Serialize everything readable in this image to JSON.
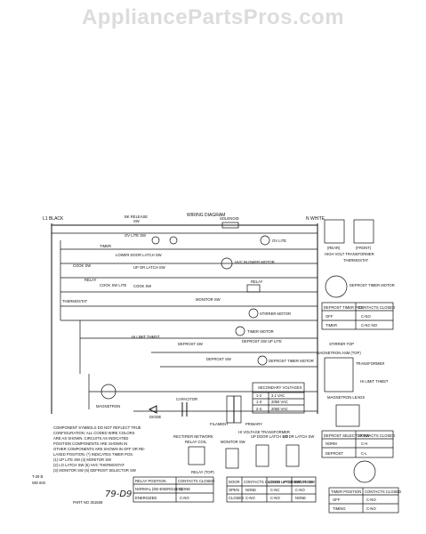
{
  "watermark": "AppliancePartsPros.com",
  "diagram": {
    "title": "WIRING DIAGRAM",
    "lines": {
      "left": "L1 BLACK",
      "right": "N WHITE",
      "bk_release": "BK RELEASE",
      "sw": "SW"
    },
    "components": {
      "solenoid": "SOLENOID",
      "ov_lite": "OV LITE",
      "ov_lite_sw": "OV LITE SW",
      "timer": "TIMER",
      "cook_sw_2": "COOK SW",
      "door_latch_sw_top": "LOWER DOOR LATCH SW",
      "up_or_latch_sw": "UP OR LATCH SW",
      "cook_sw": "COOK SW",
      "thermostat": "THERMOSTAT",
      "relay_lite": "RELAY",
      "cook_sw_lite": "COOK SW LITE",
      "hvc_blower_motor": "HVC BLOWER MOTOR",
      "relay_right": "RELAY",
      "monitor_sw": "MONITOR SW",
      "relay_far": "RELAY",
      "stirrer_motor": "STIRRER MOTOR",
      "timer_motor": "TIMER MOTOR",
      "hi_limit_thmst": "HI LIMIT THMST",
      "defrost_sw": "DEFROST SW",
      "defrost_sw_2": "DEFROST SW",
      "defrost_sw_up": "DEFROST SW  UP LITE",
      "defrost_timer_motor": "DEFROST TIMER MOTOR",
      "magnetron": "MAGNETRON",
      "diode": "DIODE",
      "capacitor": "CAPACITOR",
      "hv_transformer": "HI VOLTAGE TRANSFORMER",
      "filament": "FILAMENT",
      "primary": "PRIMARY",
      "monitor_sw_2": "MONITOR SW",
      "up_door_latch_sw": "UP DOOR LATCH SW",
      "lo_dr_latch_sw": "LO DR LATCH SW",
      "relay_coil": "RELAY COIL",
      "rectifier": "RECTIFIER NETWORK",
      "hv_transformer_title": "HIGH VOLT TRANSFORMER",
      "thermostat_right": "THERMOSTAT",
      "rear": "(REAR)",
      "front": "(FRONT)",
      "defrost_timer_motor_right": "DEFROST TIMER MOTOR",
      "transformer_right": "TRANSFORMER",
      "hi_limit_right": "HI LIMIT THMST",
      "magnetron_leads": "MAGNETRON LEADS",
      "magnetron_clip": "MAGNETRON ASM (TOP)",
      "stirrer_top": "STIRRER TOP"
    },
    "secondary_table": {
      "title": "SECONDARY VOLTAGES",
      "rows": [
        [
          "1-2",
          "3.1 VAC"
        ],
        [
          "1-3",
          "2050 VAC"
        ],
        [
          "2-3",
          "2050 VAC"
        ]
      ]
    },
    "right_table_1": {
      "headers": [
        "DEFROST TIMER POS",
        "CONTACTS CLOSED"
      ],
      "rows": [
        [
          "OFF",
          "C-NO"
        ],
        [
          "TIMER",
          "C-NC-NO"
        ]
      ]
    },
    "right_table_2": {
      "headers": [
        "DEFROST SELECTOR SW",
        "CONTACTS CLOSED"
      ],
      "rows": [
        [
          "NORM",
          "C-H"
        ],
        [
          "DEFROST",
          "C-L"
        ]
      ]
    },
    "bottom_table_relay": {
      "title": "RELAY (TOP)",
      "headers": [
        "RELAY POSITION",
        "CONTACTS CLOSED"
      ],
      "rows": [
        [
          "NORMAL (DE-ENERGIZED)",
          "NONE"
        ],
        [
          "ENERGIZED",
          "C-NO"
        ]
      ]
    },
    "bottom_table_latch": {
      "headers": [
        "DOOR",
        "CONTACTS CLOSED UP OR LATCH SW",
        "LO OR LATCH SW",
        "OV LITE SW"
      ],
      "rows": [
        [
          "OPEN",
          "NONE",
          "C-NC",
          "C-NO"
        ],
        [
          "CLOSED",
          "C-NO",
          "C-NO",
          "NONE"
        ]
      ]
    },
    "bottom_table_right": {
      "headers": [
        "TIMER POSITION",
        "CONTACTS CLOSED"
      ],
      "rows": [
        [
          "OFF",
          "C-NO"
        ],
        [
          "TIMING",
          "C-NO"
        ]
      ]
    },
    "notes": {
      "line1": "COMPONENT SYMBOLS DO NOT REFLECT TRUE",
      "line2": "CONFIGURATION.  ALL CODED WIRE COLORS",
      "line3": "ARE AS SHOWN.  CIRCUITS   AS INDICATED",
      "line4": "POSITION COMPONENTS ARE SHOWN IN",
      "line5": "OTHER COMPONENTS ARE SHOWN IN OFF OR RE-",
      "line6": "LAXED POSITION.  (*) INDICATES TIMER POS.",
      "line7": "(1) UP LITE SW   (4) MONITOR SW",
      "line8": "(2) LO LATCH SW   (5) HVC THERMOSTAT",
      "line9": "(3) MONITOR SW   (6) DEFROST SELECTOR SW"
    },
    "part_no": "PART NO  301508",
    "left_code_1": "T-29 B",
    "left_code_2": "WD 602",
    "handwritten": "79-D9"
  }
}
